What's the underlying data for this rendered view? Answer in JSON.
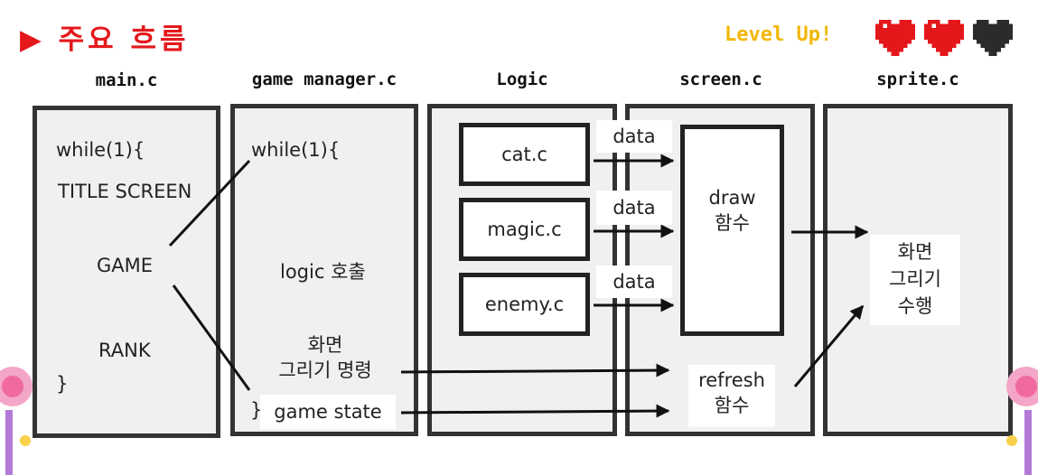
{
  "header": {
    "title": "▶ 주요 흐름",
    "level_up": "Level Up!",
    "hearts": [
      "full",
      "full",
      "empty"
    ],
    "colors": {
      "title": "#e4181b",
      "level_up": "#f2b705",
      "heart_full": "#e4181b",
      "heart_empty": "#2b2b2b"
    }
  },
  "columns": [
    {
      "name": "main.c"
    },
    {
      "name": "game manager.c"
    },
    {
      "name": "Logic"
    },
    {
      "name": "screen.c"
    },
    {
      "name": "sprite.c"
    }
  ],
  "main_c": {
    "loop_open": "while(1){",
    "title_screen": "TITLE SCREEN",
    "game": "GAME",
    "rank": "RANK",
    "loop_close": "}"
  },
  "game_manager": {
    "loop_open": "while(1){",
    "logic_call": "logic 호출",
    "draw_command_1": "화면",
    "draw_command_2": "그리기 명령",
    "loop_close": "}",
    "game_state": "game state"
  },
  "logic": {
    "files": [
      "cat.c",
      "magic.c",
      "enemy.c"
    ],
    "data_label": "data"
  },
  "screen": {
    "draw_1": "draw",
    "draw_2": "함수",
    "refresh_1": "refresh",
    "refresh_2": "함수"
  },
  "sprite": {
    "perform_1": "화면",
    "perform_2": "그리기",
    "perform_3": "수행"
  }
}
